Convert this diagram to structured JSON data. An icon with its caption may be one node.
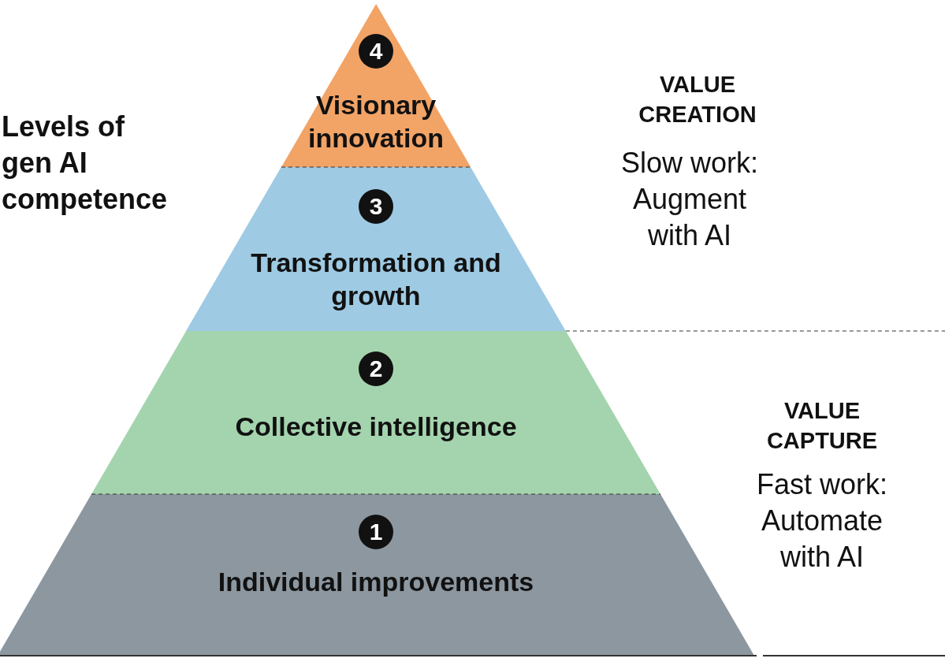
{
  "diagram": {
    "title": "Levels of gen AI competence",
    "nodes": [
      {
        "text": [
          "4",
          "Visionary innovation"
        ]
      },
      {
        "text": [
          "3",
          "Transformation and growth"
        ]
      },
      {
        "text": [
          "2",
          "Collective intelligence"
        ]
      },
      {
        "text": [
          "1",
          "Individual improvements"
        ]
      }
    ],
    "labels": [
      "VALUE CREATION",
      "Slow work: Augment with AI",
      "VALUE CAPTURE",
      "Fast work: Automate with AI"
    ]
  }
}
